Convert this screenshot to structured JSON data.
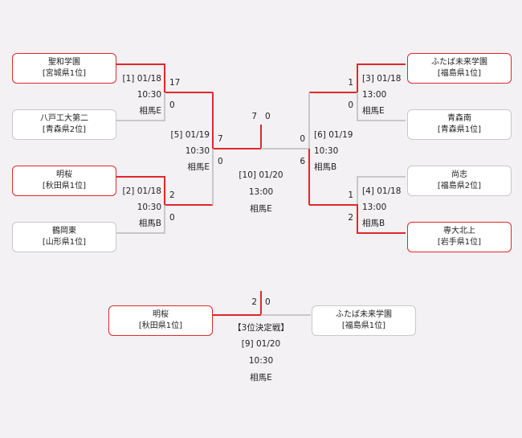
{
  "colors": {
    "winner_line": "#e0282c",
    "loser_line": "#c8c8c8",
    "background": "#f3f1f4"
  },
  "teams": {
    "seiwa": {
      "name": "聖和学園",
      "pref": "[宮城県1位]"
    },
    "hachinohe": {
      "name": "八戸工大第二",
      "pref": "[青森県2位]"
    },
    "meiou_a": {
      "name": "明桜",
      "pref": "[秋田県1位]"
    },
    "tsuruoka": {
      "name": "鶴岡東",
      "pref": "[山形県1位]"
    },
    "futaba_a": {
      "name": "ふたば未来学園",
      "pref": "[福島県1位]"
    },
    "aomoriminami": {
      "name": "青森南",
      "pref": "[青森県1位]"
    },
    "shoshi": {
      "name": "尚志",
      "pref": "[福島県2位]"
    },
    "sendai_kitakami": {
      "name": "専大北上",
      "pref": "[岩手県1位]"
    },
    "meiou_b": {
      "name": "明桜",
      "pref": "[秋田県1位]"
    },
    "futaba_b": {
      "name": "ふたば未来学園",
      "pref": "[福島県1位]"
    }
  },
  "matches": {
    "m1": {
      "label": "[1] 01/18",
      "time": "10:30",
      "venue": "相馬E",
      "score_top": "17",
      "score_bottom": "0"
    },
    "m2": {
      "label": "[2] 01/18",
      "time": "10:30",
      "venue": "相馬B",
      "score_top": "2",
      "score_bottom": "0"
    },
    "m3": {
      "label": "[3] 01/18",
      "time": "13:00",
      "venue": "相馬E",
      "score_top": "1",
      "score_bottom": "0"
    },
    "m4": {
      "label": "[4] 01/18",
      "time": "13:00",
      "venue": "相馬B",
      "score_top": "1",
      "score_bottom": "2"
    },
    "m5": {
      "label": "[5] 01/19",
      "time": "10:30",
      "venue": "相馬E",
      "score_top": "7",
      "score_bottom": "0"
    },
    "m6": {
      "label": "[6] 01/19",
      "time": "10:30",
      "venue": "相馬B",
      "score_top": "0",
      "score_bottom": "6"
    },
    "m10": {
      "label": "[10] 01/20",
      "time": "13:00",
      "venue": "相馬E",
      "score_left": "7",
      "score_right": "0"
    },
    "m9": {
      "title": "【3位決定戦】",
      "label": "[9] 01/20",
      "time": "10:30",
      "venue": "相馬E",
      "score_left": "2",
      "score_right": "0"
    }
  }
}
